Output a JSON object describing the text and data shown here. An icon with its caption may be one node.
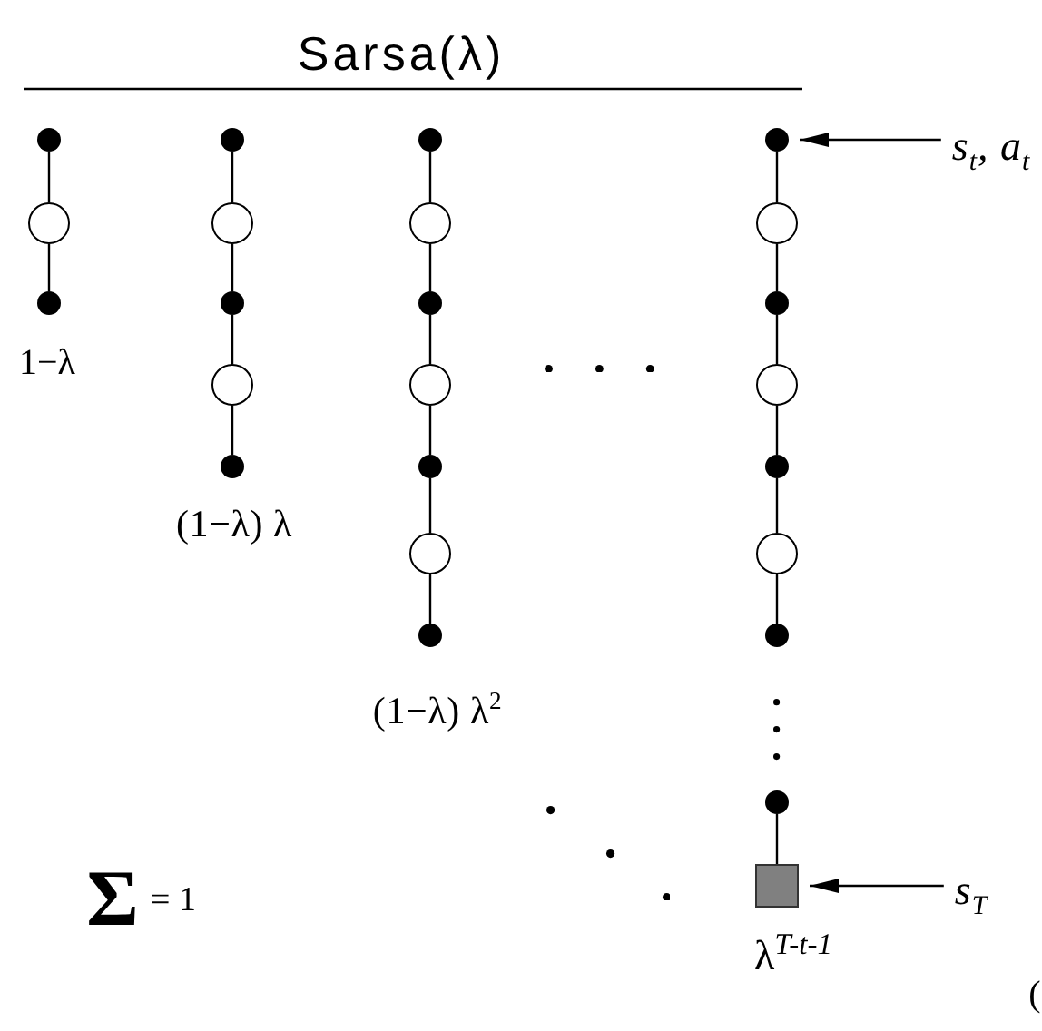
{
  "diagram": {
    "title": "Sarsa(λ)",
    "nodes": [
      {
        "text": [],
        "shape": "dot"
      },
      {
        "text": [],
        "shape": "circle"
      },
      {
        "text": [],
        "shape": "dot"
      },
      {
        "text": [],
        "shape": "dot"
      },
      {
        "text": [],
        "shape": "circle"
      },
      {
        "text": [],
        "shape": "dot"
      },
      {
        "text": [],
        "shape": "circle"
      },
      {
        "text": [],
        "shape": "dot"
      },
      {
        "text": [],
        "shape": "dot"
      },
      {
        "text": [],
        "shape": "circle"
      },
      {
        "text": [],
        "shape": "dot"
      },
      {
        "text": [],
        "shape": "circle"
      },
      {
        "text": [],
        "shape": "dot"
      },
      {
        "text": [],
        "shape": "circle"
      },
      {
        "text": [],
        "shape": "dot"
      },
      {
        "text": [],
        "shape": "dot"
      },
      {
        "text": [],
        "shape": "circle"
      },
      {
        "text": [],
        "shape": "dot"
      },
      {
        "text": [],
        "shape": "circle"
      },
      {
        "text": [],
        "shape": "dot"
      },
      {
        "text": [],
        "shape": "circle"
      },
      {
        "text": [],
        "shape": "dot"
      },
      {
        "text": [],
        "shape": "dot"
      },
      {
        "text": [],
        "shape": "square"
      },
      {
        "text": [
          "s$_{t}$, a$_{t}$"
        ]
      },
      {
        "text": [
          "s$_{T}$"
        ]
      }
    ],
    "edges": [
      {
        "from": 0,
        "to": 1,
        "arrow": "none"
      },
      {
        "from": 1,
        "to": 2,
        "arrow": "none"
      },
      {
        "from": 3,
        "to": 4,
        "arrow": "none"
      },
      {
        "from": 4,
        "to": 5,
        "arrow": "none"
      },
      {
        "from": 5,
        "to": 6,
        "arrow": "none"
      },
      {
        "from": 6,
        "to": 7,
        "arrow": "none"
      },
      {
        "from": 8,
        "to": 9,
        "arrow": "none"
      },
      {
        "from": 9,
        "to": 10,
        "arrow": "none"
      },
      {
        "from": 10,
        "to": 11,
        "arrow": "none"
      },
      {
        "from": 11,
        "to": 12,
        "arrow": "none"
      },
      {
        "from": 12,
        "to": 13,
        "arrow": "none"
      },
      {
        "from": 13,
        "to": 14,
        "arrow": "none"
      },
      {
        "from": 15,
        "to": 16,
        "arrow": "none"
      },
      {
        "from": 16,
        "to": 17,
        "arrow": "none"
      },
      {
        "from": 17,
        "to": 18,
        "arrow": "none"
      },
      {
        "from": 18,
        "to": 19,
        "arrow": "none"
      },
      {
        "from": 19,
        "to": 20,
        "arrow": "none"
      },
      {
        "from": 20,
        "to": 21,
        "arrow": "none"
      },
      {
        "from": 22,
        "to": 23,
        "arrow": "none"
      },
      {
        "from": 24,
        "to": 15,
        "arrow": "to"
      },
      {
        "from": 25,
        "to": 23,
        "arrow": "to"
      }
    ],
    "labels": [
      "1−λ",
      "(1−λ) λ",
      "(1−λ) λ$^{2}$",
      "Σ",
      "= 1",
      "λ$^{T-t-1}$",
      "("
    ]
  }
}
